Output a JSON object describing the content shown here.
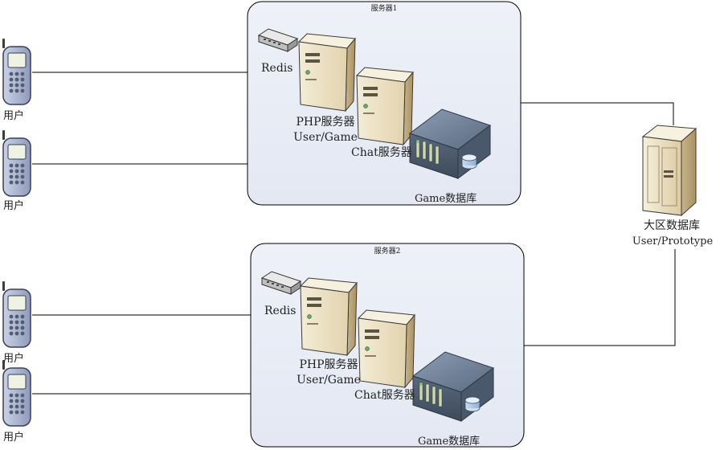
{
  "servers": [
    {
      "title": "服务器1",
      "redis_label": "Redis",
      "php_label": "PHP服务器",
      "php_sub": "User/Game",
      "chat_label": "Chat服务器",
      "db_label": "Game数据库"
    },
    {
      "title": "服务器2",
      "redis_label": "Redis",
      "php_label": "PHP服务器",
      "php_sub": "User/Game",
      "chat_label": "Chat服务器",
      "db_label": "Game数据库"
    }
  ],
  "users": [
    "用户",
    "用户",
    "用户",
    "用户"
  ],
  "region_db": {
    "label": "大区数据库",
    "sub": "User/Prototype"
  }
}
